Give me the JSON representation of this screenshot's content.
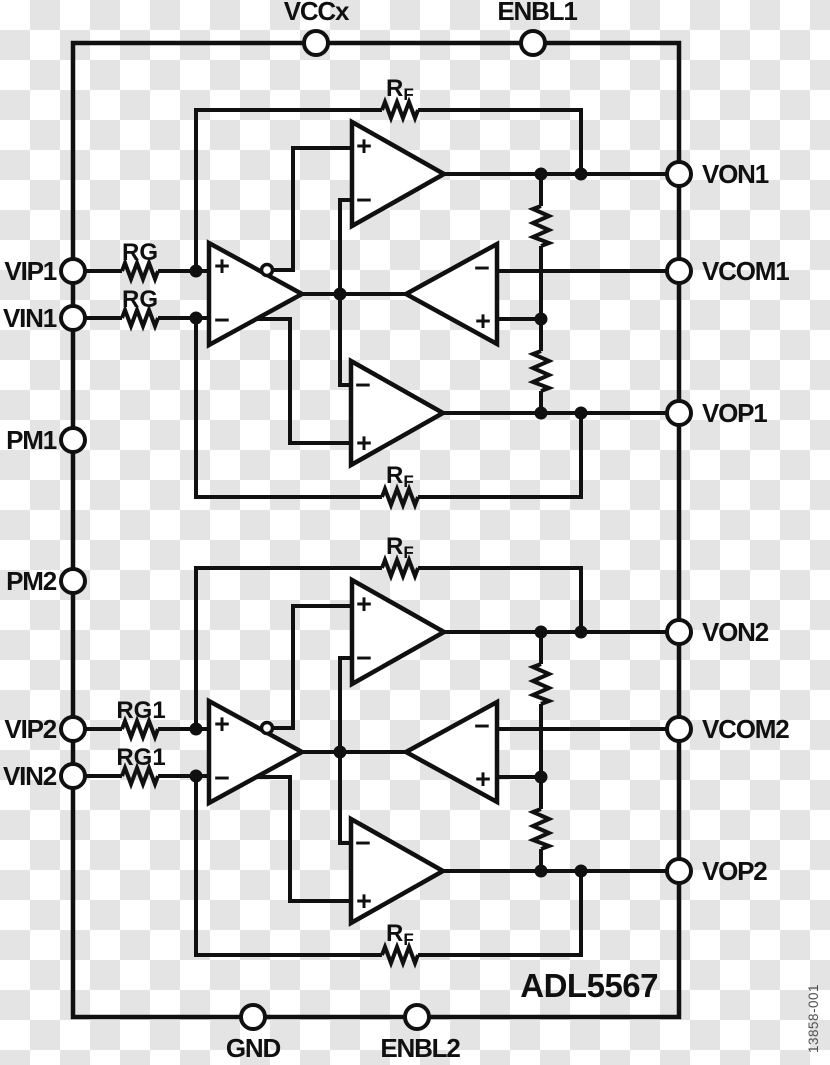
{
  "diagram": {
    "part_number": "ADL5567",
    "figure_code": "13858-001"
  },
  "symbols": {
    "plus": "+",
    "minus": "−"
  },
  "resistor_labels": {
    "rf_base": "R",
    "rf_sub": "F",
    "rg": "RG",
    "rg1": "RG1"
  },
  "pins": {
    "top": [
      {
        "label": "VCCx"
      },
      {
        "label": "ENBL1"
      }
    ],
    "left": [
      {
        "label": "VIP1"
      },
      {
        "label": "VIN1"
      },
      {
        "label": "PM1"
      },
      {
        "label": "PM2"
      },
      {
        "label": "VIP2"
      },
      {
        "label": "VIN2"
      }
    ],
    "right": [
      {
        "label": "VON1"
      },
      {
        "label": "VCOM1"
      },
      {
        "label": "VOP1"
      },
      {
        "label": "VON2"
      },
      {
        "label": "VCOM2"
      },
      {
        "label": "VOP2"
      }
    ],
    "bottom": [
      {
        "label": "GND"
      },
      {
        "label": "ENBL2"
      }
    ]
  },
  "colors": {
    "line": "#101010",
    "text": "#101010",
    "watermark": "#4f4f4f",
    "checker_gray": "#e4e4e4",
    "checker_white": "#ffffff"
  }
}
